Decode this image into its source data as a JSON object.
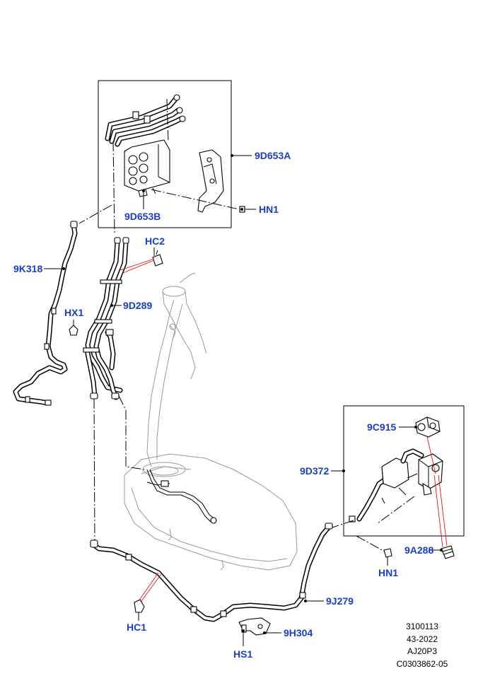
{
  "colors": {
    "callout": "#1a3ccc",
    "leader": "#000000",
    "red_leader": "#e11111",
    "line": "#000000",
    "ghost": "#999999"
  },
  "callouts": {
    "c9D653A": "9D653A",
    "c9D653B": "9D653B",
    "cHN1_top": "HN1",
    "cHC2": "HC2",
    "c9K318": "9K318",
    "c9D289": "9D289",
    "cHX1": "HX1",
    "c9C915": "9C915",
    "c9D372": "9D372",
    "c9A288": "9A288",
    "cHN1_bottom": "HN1",
    "c9J279": "9J279",
    "cHC1": "HC1",
    "c9H304": "9H304",
    "cHS1": "HS1"
  },
  "reference": {
    "line1": "3100113",
    "line2": "43-2022",
    "line3": "AJ20P3",
    "line4": "C0303862-05"
  }
}
